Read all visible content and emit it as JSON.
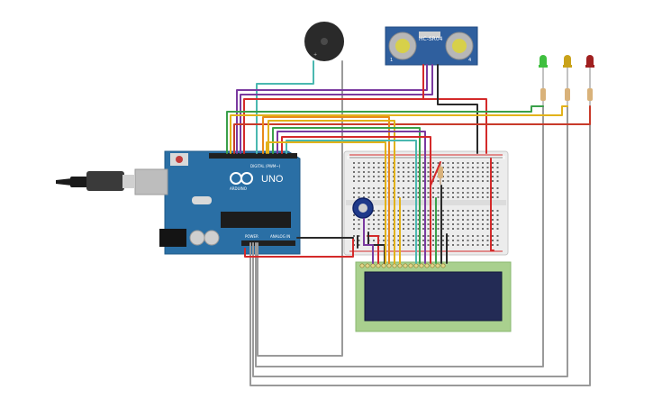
{
  "arduino": {
    "board_text": "UNO",
    "brand_text": "ARDUINO",
    "digital_label": "DIGITAL (PWM~)",
    "power_label": "POWER",
    "analog_label": "ANALOG IN"
  },
  "sensor": {
    "model_text": "HC-SR04",
    "pin_left": "1",
    "pin_right": "4"
  },
  "colors": {
    "board": "#2a6fa5",
    "breadboard": "#e9e9e9",
    "lcd_frame": "#a9d08e",
    "lcd_screen": "#232b55",
    "buzzer": "#2a2a2a",
    "wire_gray": "#9a9a9a",
    "wire_red": "#d42a2a",
    "wire_black": "#2a2a2a",
    "wire_green": "#3aa04a",
    "wire_yellow": "#e2b21a",
    "wire_orange": "#e88a1a",
    "wire_purple": "#7a3aa0",
    "wire_teal": "#4ab8b0"
  },
  "leds": [
    {
      "name": "led-green",
      "color": "#3fbf3f"
    },
    {
      "name": "led-yellow",
      "color": "#c9a21a"
    },
    {
      "name": "led-red",
      "color": "#a02020"
    }
  ]
}
